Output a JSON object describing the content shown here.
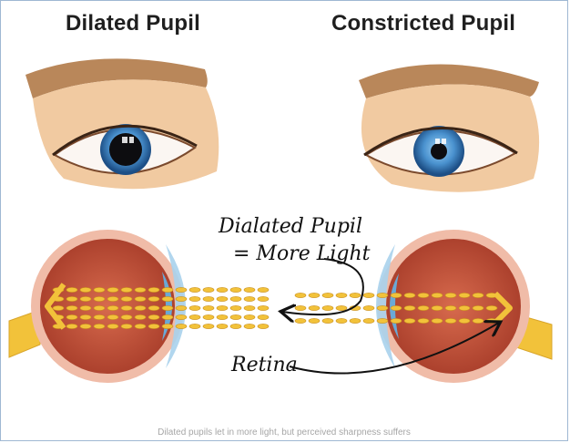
{
  "titles": {
    "left": "Dilated Pupil",
    "right": "Constricted Pupil"
  },
  "annotations": {
    "line1": "Dialated Pupil",
    "line2": "= More Light",
    "retina": "Retina"
  },
  "caption": "Dilated pupils let in more light, but perceived sharpness suffers",
  "colors": {
    "iris": "#3f86c4",
    "skin": "#f1caa1",
    "eyeball_interior": "#c6563e",
    "light_rays": "#f2c23a",
    "frame_border": "#9fb8d3"
  }
}
